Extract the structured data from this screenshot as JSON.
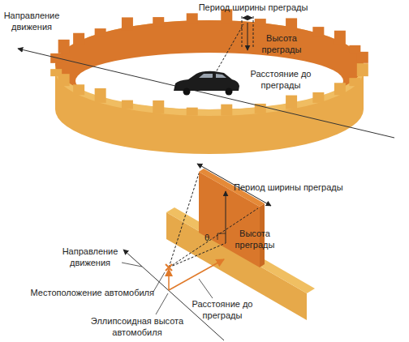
{
  "diagram": {
    "labels": [
      "Период ширины преграды",
      "Направление движения",
      "Высота преграды",
      "Расстояние до преграды",
      "Период ширины преграды",
      "Высота преграды",
      "θ",
      "Направление движения",
      "Местоположение автомобиля",
      "Расстояние до преграды",
      "Эллипсоидная высота автомобиля"
    ]
  }
}
